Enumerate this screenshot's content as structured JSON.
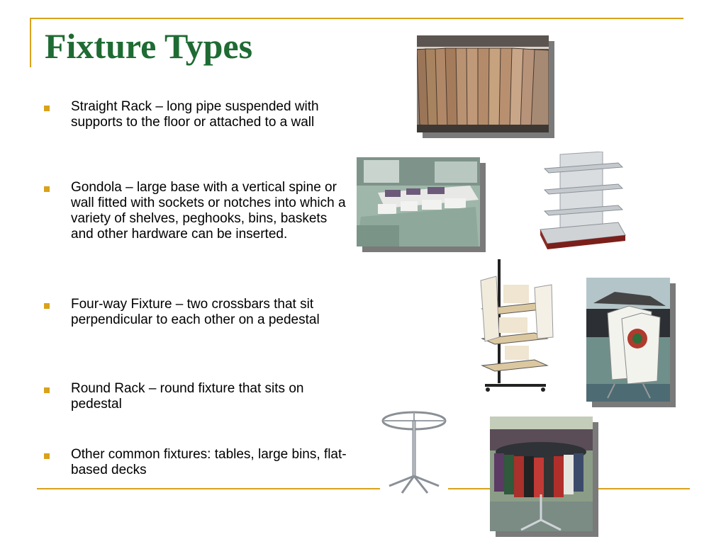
{
  "slide": {
    "title": "Fixture Types",
    "bullets": [
      "Straight Rack – long pipe suspended with supports to the floor or attached to a wall",
      "Gondola – large base with a vertical spine or wall fitted with sockets or notches into which a variety of shelves, peghooks, bins, baskets and other hardware can be inserted.",
      "Four-way Fixture – two crossbars that sit perpendicular to each other on a pedestal",
      "Round Rack – round fixture that sits on pedestal",
      "Other common fixtures: tables, large bins, flat-based decks"
    ]
  },
  "colors": {
    "title": "#1e6b33",
    "accent": "#d9a21b",
    "shadow": "#7a7a7a"
  }
}
